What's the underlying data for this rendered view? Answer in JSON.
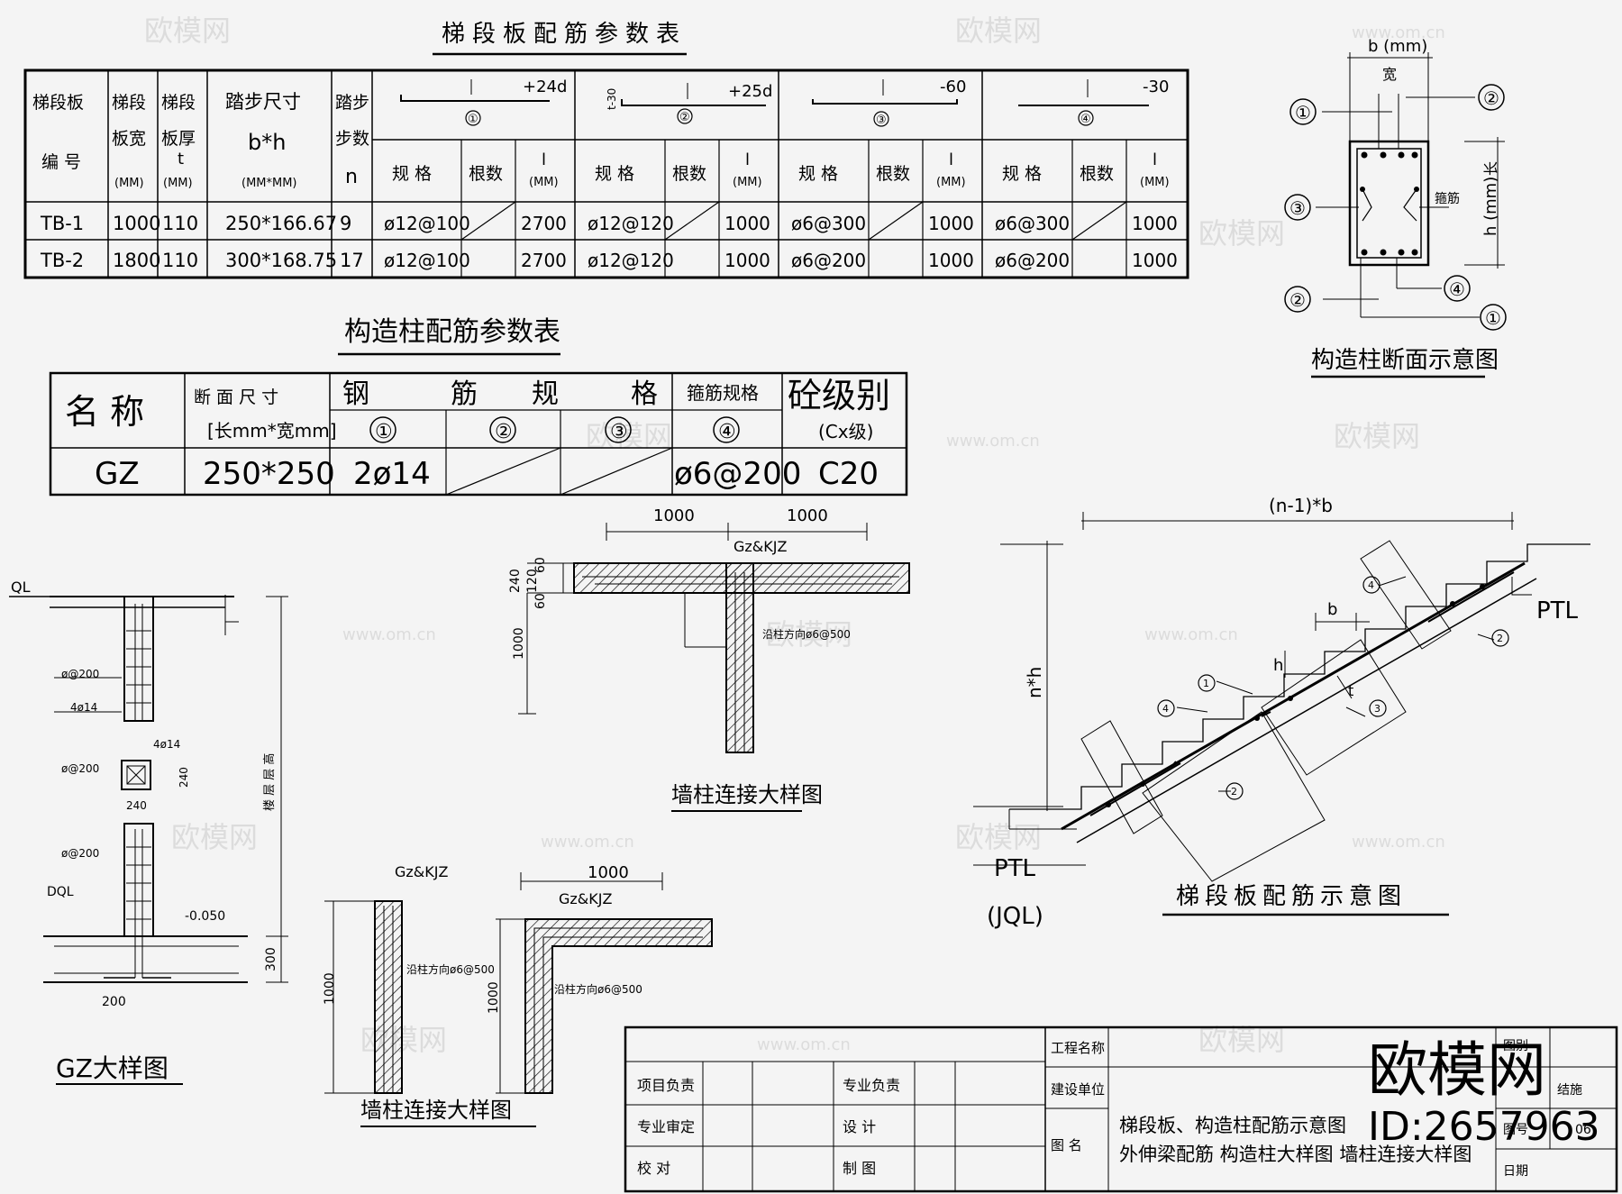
{
  "stair_table": {
    "title": "梯段板配筋参数表",
    "col_headers": {
      "code_lines": [
        "梯段板",
        "编  号"
      ],
      "width_lines": [
        "梯段",
        "板宽",
        "(MM)"
      ],
      "thick_lines": [
        "梯段",
        "板厚",
        "t",
        "(MM)"
      ],
      "step_size_lines": [
        "踏步尺寸",
        "b*h",
        "(MM*MM)"
      ],
      "step_count_lines": [
        "踏步",
        "步数",
        "n"
      ]
    },
    "bar_groups": [
      {
        "num": "①",
        "ext": "+24d"
      },
      {
        "num": "②",
        "ext": "+25d",
        "side": "t-30"
      },
      {
        "num": "③",
        "ext": "-60"
      },
      {
        "num": "④",
        "ext": "-30"
      }
    ],
    "bar_length_symbol": "l",
    "sub_headers": {
      "spec": "规  格",
      "count": "根数",
      "length_sym": "l",
      "length_unit": "(MM)"
    },
    "rows": [
      {
        "code": "TB-1",
        "width": "1000",
        "thick": "110",
        "step": "250*166.67",
        "n": "9",
        "cells": [
          [
            "ø12@100",
            "2700"
          ],
          [
            "ø12@120",
            "1000"
          ],
          [
            "ø6@300",
            "1000"
          ],
          [
            "ø6@300",
            "1000"
          ]
        ]
      },
      {
        "code": "TB-2",
        "width": "1800",
        "thick": "110",
        "step": "300*168.75",
        "n": "17",
        "cells": [
          [
            "ø12@100",
            "2700"
          ],
          [
            "ø12@120",
            "1000"
          ],
          [
            "ø6@200",
            "1000"
          ],
          [
            "ø6@200",
            "1000"
          ]
        ]
      }
    ]
  },
  "column_table": {
    "title": "构造柱配筋参数表",
    "h_name": "名  称",
    "h_section_1": "断 面 尺 寸",
    "h_section_2": "[长mm*宽mm]",
    "h_rebar": [
      "钢",
      "筋",
      "规",
      "格"
    ],
    "h_stirrup": "箍筋规格",
    "h_grade_1": "砼级别",
    "h_grade_2": "(Cx级)",
    "nums": [
      "①",
      "②",
      "③",
      "④"
    ],
    "row": {
      "name": "GZ",
      "section": "250*250",
      "bar1": "2ø14",
      "stirrup": "ø6@200",
      "grade": "C20"
    }
  },
  "column_section": {
    "title": "构造柱断面示意图",
    "b_label": "b (mm)",
    "width_label": "宽",
    "h_label": "h (mm)",
    "length_label": "长",
    "stirrup_label": "箍筋",
    "markers": [
      "①",
      "②",
      "③",
      "②",
      "④",
      "①"
    ]
  },
  "gz_detail": {
    "title": "GZ大样图",
    "labels": {
      "ql": "QL",
      "dql": "DQL",
      "stir1": "ø@200",
      "bars1": "4ø14",
      "bars2": "4ø14",
      "stir2": "ø@200",
      "dim240v": "240",
      "dim240h": "240",
      "stir3": "ø@200",
      "elev": "-0.050",
      "dim300": "300",
      "dim200": "200",
      "height_note": "楼 层 层 高"
    }
  },
  "wall_col_top": {
    "title": "墙柱连接大样图",
    "dim1": "1000",
    "dim2": "1000",
    "col_label": "Gz&KJZ",
    "d240": "240",
    "d120": "120",
    "d60a": "60",
    "d60b": "60",
    "d1000v": "1000",
    "note": "沿柱方向ø6@500"
  },
  "wall_col_bottom": {
    "title": "墙柱连接大样图",
    "col_label1": "Gz&KJZ",
    "col_label2": "Gz&KJZ",
    "dim_top": "1000",
    "d1000a": "1000",
    "d1000b": "1000",
    "note1": "沿柱方向ø6@500",
    "note2": "沿柱方向ø6@500"
  },
  "stair_diagram": {
    "title": "梯段板配筋示意图",
    "top_dim": "(n-1)*b",
    "left_dim": "n*h",
    "b_label": "b",
    "h_label": "h",
    "t_label": "t",
    "ptl_top": "PTL",
    "ptl_bottom": "PTL",
    "jql": "(JQL)",
    "markers": {
      "m4a": "4",
      "m2a": "2",
      "m1": "1",
      "m3": "3",
      "m4b": "4",
      "m2b": "2"
    }
  },
  "title_block": {
    "left": [
      [
        "项目负责",
        "专业负责"
      ],
      [
        "专业审定",
        "设   计"
      ],
      [
        "校   对",
        "制   图"
      ]
    ],
    "project_name": "工程名称",
    "client": "建设单位",
    "drawing_name_label": "图   名",
    "drawing_name_1": "梯段板、构造柱配筋示意图",
    "drawing_name_2": "外伸梁配筋     构造柱大样图 墙柱连接大样图",
    "right": {
      "sheet_no": "图号",
      "sheet_no_val": "06",
      "category": "图别",
      "category_val": "结施",
      "date": "日期"
    }
  },
  "watermark": {
    "brand": "欧模网",
    "site": "www.om.cn",
    "id": "ID:2657963"
  }
}
